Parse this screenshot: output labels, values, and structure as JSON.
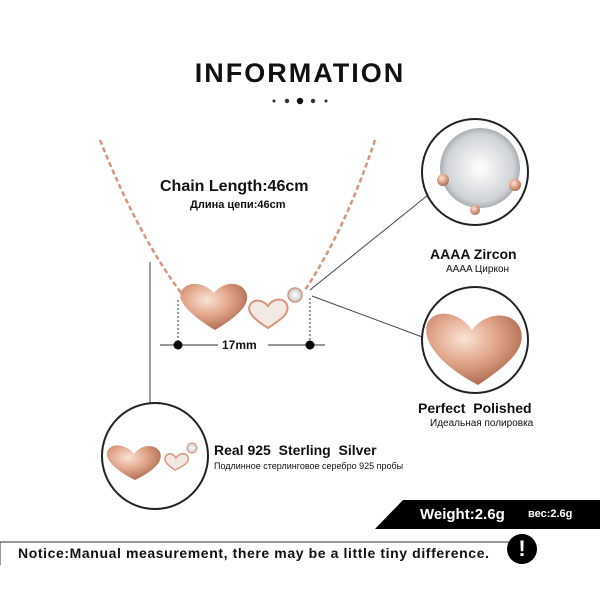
{
  "title": "INFORMATION",
  "chain": {
    "length_en": "Chain Length:46cm",
    "length_ru": "Длина цепи:46cm"
  },
  "dimension": "17mm",
  "features": {
    "zircon": {
      "en": "AAAA Zircon",
      "ru": "AAAA Циркон"
    },
    "polished": {
      "en": "Perfect  Polished",
      "ru": "Идеальная полировка"
    },
    "silver": {
      "en": "Real 925  Sterling  Silver",
      "ru": "Подлинное стерлинговое серебро 925 пробы"
    }
  },
  "weight": {
    "en": "Weight:2.6g",
    "ru": "вес:2.6g"
  },
  "notice": "Notice:Manual measurement, there may be a little tiny difference.",
  "notice_icon": "!",
  "colors": {
    "rose_gold": "#d9957c",
    "black": "#000000"
  }
}
